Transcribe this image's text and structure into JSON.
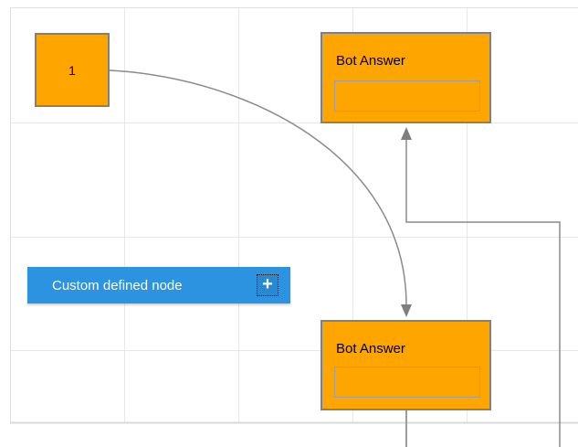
{
  "colors": {
    "node_orange": "#FFA500",
    "node_border": "#808080",
    "inner_border": "#9e9e9e",
    "connector": "#8a8a8a",
    "custom_blue": "#2C93E0",
    "custom_text": "#ffffff",
    "grid_color": "#e8e8e8",
    "canvas_border": "#d9d9d9",
    "label_text": "#000000"
  },
  "nodes": {
    "start": {
      "label": "1"
    },
    "bot_top": {
      "label": "Bot Answer",
      "input_value": "",
      "input_placeholder": ""
    },
    "bot_bottom": {
      "label": "Bot Answer",
      "input_value": "",
      "input_placeholder": ""
    },
    "custom": {
      "label": "Custom defined node",
      "plus_glyph": "+"
    }
  }
}
